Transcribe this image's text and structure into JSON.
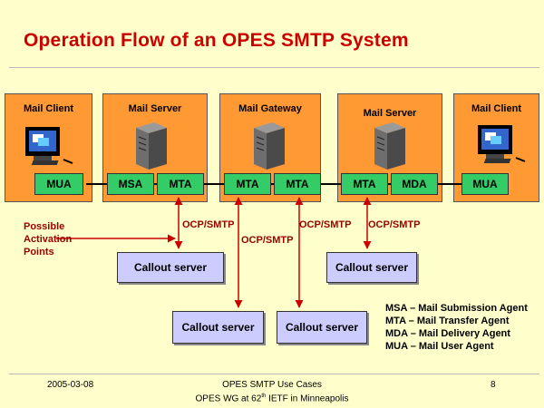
{
  "title": "Operation Flow of an OPES SMTP System",
  "boxes": [
    {
      "label": "Mail Client"
    },
    {
      "label": "Mail Server"
    },
    {
      "label": "Mail Gateway"
    },
    {
      "label": "Mail Server"
    },
    {
      "label": "Mail Client"
    }
  ],
  "agents": [
    "MUA",
    "MSA",
    "MTA",
    "MTA",
    "MTA",
    "MTA",
    "MDA",
    "MUA"
  ],
  "ocp_label": "OCP/SMTP",
  "activation": [
    "Possible",
    "Activation",
    "Points"
  ],
  "callout_label": "Callout server",
  "legend": [
    "MSA – Mail Submission Agent",
    "MTA – Mail Transfer Agent",
    "MDA – Mail Delivery Agent",
    "MUA – Mail User Agent"
  ],
  "footer": {
    "date": "2005-03-08",
    "title_line1": "OPES SMTP Use Cases",
    "title_line2_pre": "OPES WG at 62",
    "title_line2_sup": "th",
    "title_line2_post": " IETF in Minneapolis",
    "page": "8"
  },
  "colors": {
    "box": "#ff9933",
    "agent": "#33cc66",
    "callout": "#ccccff",
    "arrow": "#cc0000",
    "title": "#cc0000"
  }
}
